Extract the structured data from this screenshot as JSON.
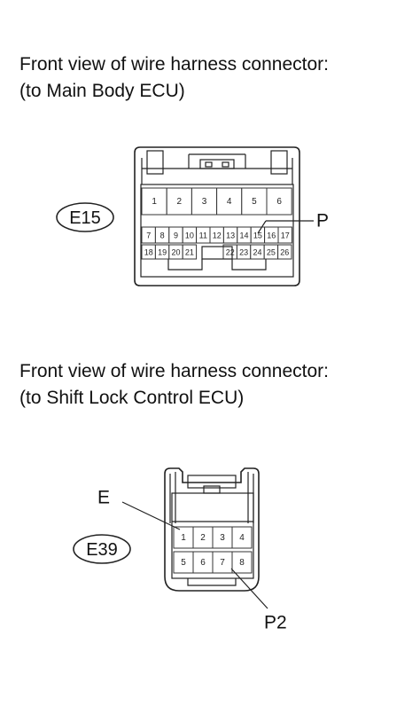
{
  "connector1": {
    "caption_line1": "Front view of wire harness connector:",
    "caption_line2": "(to Main Body ECU)",
    "code": "E15",
    "callout": "P",
    "top_pins": [
      "1",
      "2",
      "3",
      "4",
      "5",
      "6"
    ],
    "mid_pins": [
      "7",
      "8",
      "9",
      "10",
      "11",
      "12",
      "13",
      "14",
      "15",
      "16",
      "17"
    ],
    "bottom_left_pins": [
      "18",
      "19",
      "20",
      "21"
    ],
    "bottom_right_pins": [
      "22",
      "23",
      "24",
      "25",
      "26"
    ]
  },
  "connector2": {
    "caption_line1": "Front view of wire harness connector:",
    "caption_line2": "(to Shift Lock Control ECU)",
    "code": "E39",
    "callout_top": "E",
    "callout_bottom": "P2",
    "row1_pins": [
      "1",
      "2",
      "3",
      "4"
    ],
    "row2_pins": [
      "5",
      "6",
      "7",
      "8"
    ]
  }
}
